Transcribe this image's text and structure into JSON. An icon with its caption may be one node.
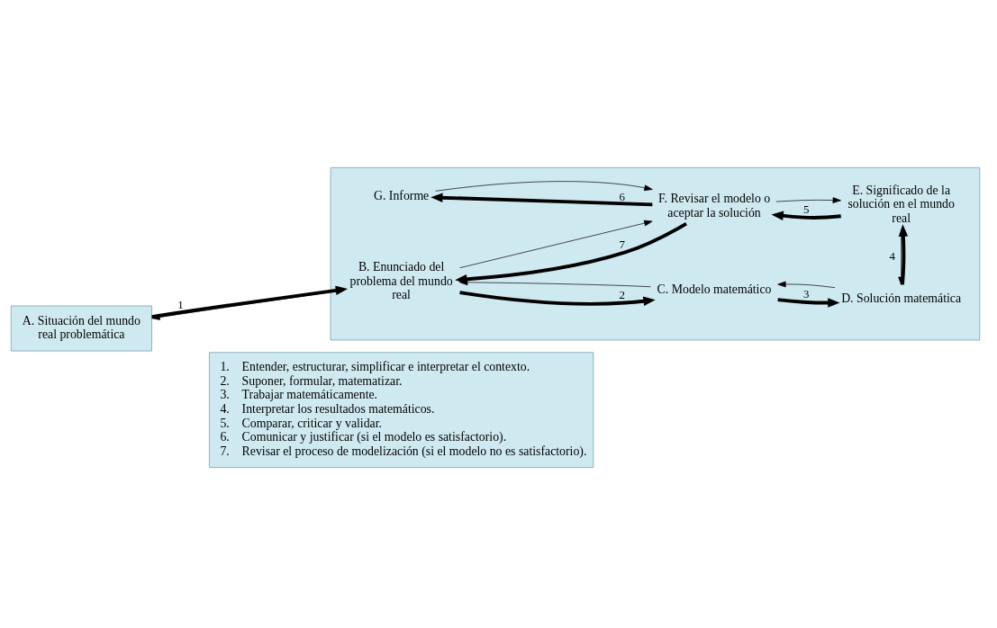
{
  "diagram": {
    "nodes": [
      {
        "text": [
          "A. Situación del mundo real problemática"
        ]
      },
      {
        "text": [],
        "shape": "box"
      },
      {
        "text": [
          "B. Enunciado del problema del mundo real"
        ],
        "in": 1
      },
      {
        "text": [
          "C. Modelo matemático"
        ],
        "in": 1
      },
      {
        "text": [
          "D. Solución matemática"
        ],
        "in": 1
      },
      {
        "text": [
          "E. Significado de la solución en el mundo real"
        ],
        "in": 1
      },
      {
        "text": [
          "F. Revisar el modelo o aceptar la solución"
        ],
        "in": 1
      },
      {
        "text": [
          "G. Informe"
        ],
        "in": 1
      },
      {
        "text": [
          "1.    Entender, estructurar, simplificar e interpretar el contexto.",
          "2.    Suponer, formular, matematizar.",
          "3.    Trabajar matemáticamente.",
          "4.    Interpretar los resultados matemáticos.",
          "5.    Comparar, criticar y validar.",
          "6.    Comunicar y justificar (si el modelo es satisfactorio).",
          "7.    Revisar el proceso de modelización (si el modelo no es satisfactorio)."
        ]
      }
    ],
    "edges": [
      {
        "from": 0,
        "to": 2,
        "arrow": "to",
        "label": "1",
        "style": "thick"
      },
      {
        "from": 2,
        "to": 0,
        "arrow": "to"
      },
      {
        "from": 2,
        "to": 3,
        "arrow": "to",
        "label": "2",
        "style": "thick"
      },
      {
        "from": 3,
        "to": 2,
        "arrow": "to"
      },
      {
        "from": 3,
        "to": 4,
        "arrow": "to",
        "label": "3",
        "style": "thick"
      },
      {
        "from": 4,
        "to": 3,
        "arrow": "to"
      },
      {
        "from": 4,
        "to": 5,
        "arrow": "to",
        "style": "thick"
      },
      {
        "from": 5,
        "to": 4,
        "arrow": "to",
        "label": "4"
      },
      {
        "from": 5,
        "to": 6,
        "arrow": "to",
        "label": "5",
        "style": "thick"
      },
      {
        "from": 6,
        "to": 5,
        "arrow": "to"
      },
      {
        "from": 6,
        "to": 7,
        "arrow": "to",
        "label": "6",
        "style": "thick"
      },
      {
        "from": 7,
        "to": 6,
        "arrow": "to"
      },
      {
        "from": 6,
        "to": 2,
        "arrow": "to",
        "label": "7",
        "style": "thick"
      },
      {
        "from": 2,
        "to": 6,
        "arrow": "to"
      }
    ]
  }
}
